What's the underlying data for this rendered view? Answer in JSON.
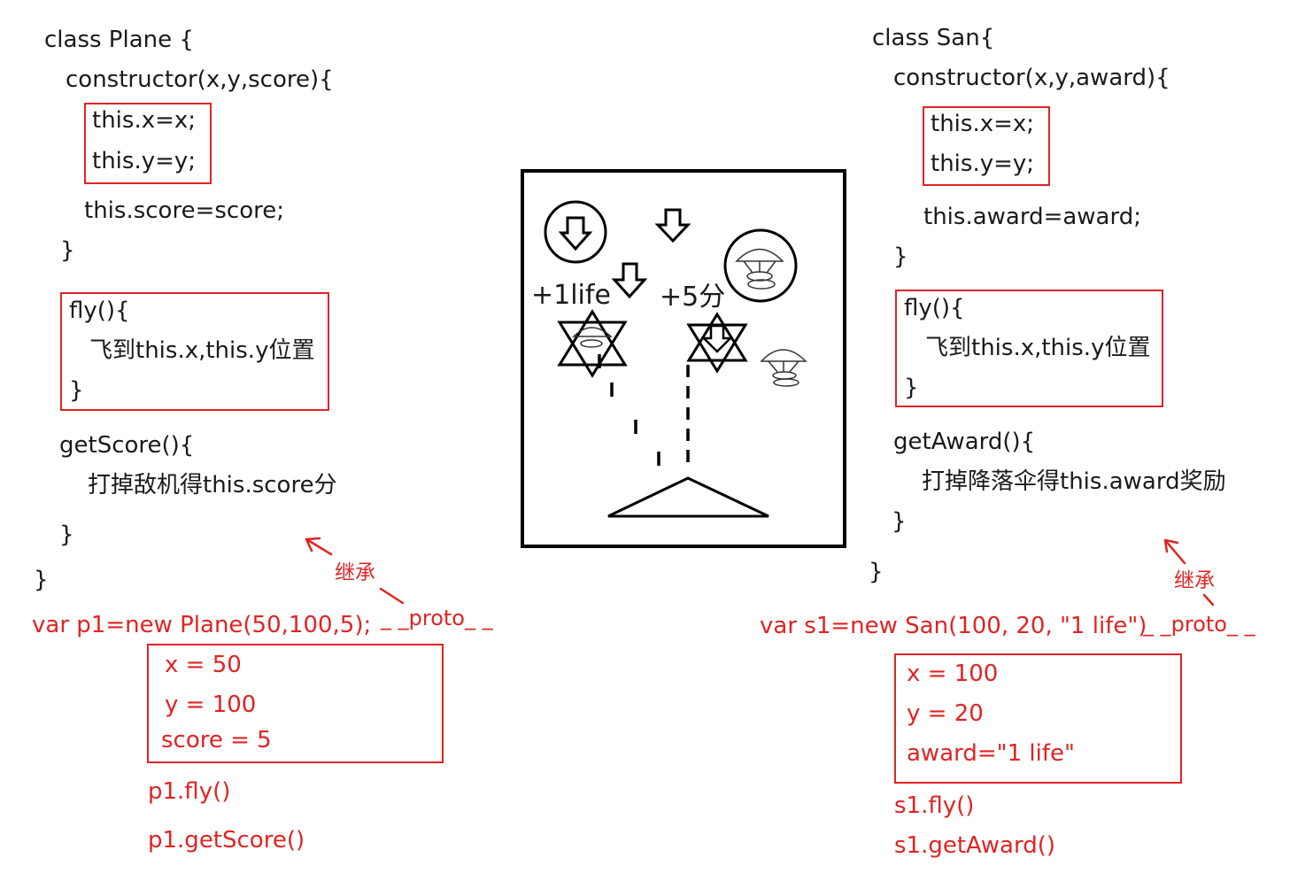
{
  "left": {
    "class_header": "class Plane   {",
    "constructor": "constructor(x,y,score){",
    "this_x": "this.x=x;",
    "this_y": "this.y=y;",
    "this_prop": "this.score=score;",
    "close_ctor": "}",
    "fly_open": "fly(){",
    "fly_body": "飞到this.x,this.y位置",
    "fly_close": "}",
    "method_open": "getScore(){",
    "method_body": "打掉敌机得this.score分",
    "method_close": "}",
    "class_close": "}",
    "inherit_label": "继承",
    "instance_line": "var p1=new Plane(50,100,5);",
    "proto_label": "_ _proto_ _",
    "props": [
      "x  =  50",
      "y  =  100",
      "score  =  5"
    ],
    "call_1": "p1.fly()",
    "call_2": "p1.getScore()"
  },
  "right": {
    "class_header": "class San{",
    "constructor": "constructor(x,y,award){",
    "this_x": "this.x=x;",
    "this_y": "this.y=y;",
    "this_prop": "this.award=award;",
    "close_ctor": "}",
    "fly_open": "fly(){",
    "fly_body": "飞到this.x,this.y位置",
    "fly_close": "}",
    "method_open": "getAward(){",
    "method_body": "打掉降落伞得this.award奖励",
    "method_close": "}",
    "class_close": "}",
    "inherit_label": "继承",
    "instance_line": "var s1=new San(100, 20, \"1 life\")",
    "proto_label": "_ _proto_ _",
    "props": [
      "x  =  100",
      "y  =  20",
      "award=\"1 life\""
    ],
    "call_1": "s1.fly()",
    "call_2": "s1.getAward()"
  },
  "game": {
    "life_label": "+1life",
    "score_label": "+5分"
  },
  "colors": {
    "accent": "#e02424",
    "text": "#1a1a1a"
  }
}
